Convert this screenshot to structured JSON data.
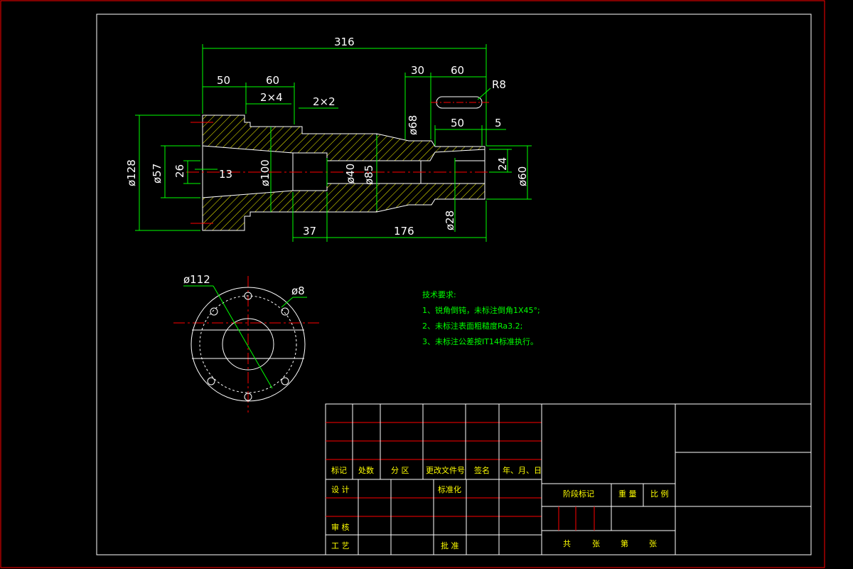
{
  "dimensions": {
    "overall_length": "316",
    "len_50": "50",
    "len_60_left": "60",
    "chamfer_2x4": "2×4",
    "chamfer_2x2": "2×2",
    "len_30": "30",
    "len_60_right": "60",
    "radius_r8": "R8",
    "slot_50": "50",
    "slot_5": "5",
    "dia_128": "ø128",
    "dia_57": "ø57",
    "dia_26": "26",
    "len_13": "13",
    "dia_100": "ø100",
    "dia_40": "ø40",
    "dia_85": "ø85",
    "dia_68": "ø68",
    "dia_28": "ø28",
    "key_24": "24",
    "dia_60": "ø60",
    "len_37": "37",
    "len_176": "176",
    "dia_112": "ø112",
    "hole_8": "ø8"
  },
  "notes": {
    "title": "技术要求:",
    "line1": "1、锐角倒钝，未标注倒角1X45°;",
    "line2": "2、未标注表面粗糙度Ra3.2;",
    "line3": "3、未标注公差按IT14标准执行。"
  },
  "title_block": {
    "mark": "标记",
    "count": "处数",
    "zone": "分 区",
    "change_doc": "更改文件号",
    "signature": "签名",
    "date": "年、月、日",
    "design": "设 计",
    "standardize": "标准化",
    "stage_mark": "阶段标记",
    "weight": "重 量",
    "scale": "比 例",
    "review": "审 核",
    "process": "工 艺",
    "approve": "批 准",
    "total": "共",
    "sheets": "张",
    "number": "第",
    "sheet": "张"
  },
  "colors": {
    "background": "#000000",
    "outline": "#ffffff",
    "dimension": "#00ff00",
    "center_line": "#ff0000",
    "hatch": "#ffff00",
    "border": "#ff0000"
  }
}
